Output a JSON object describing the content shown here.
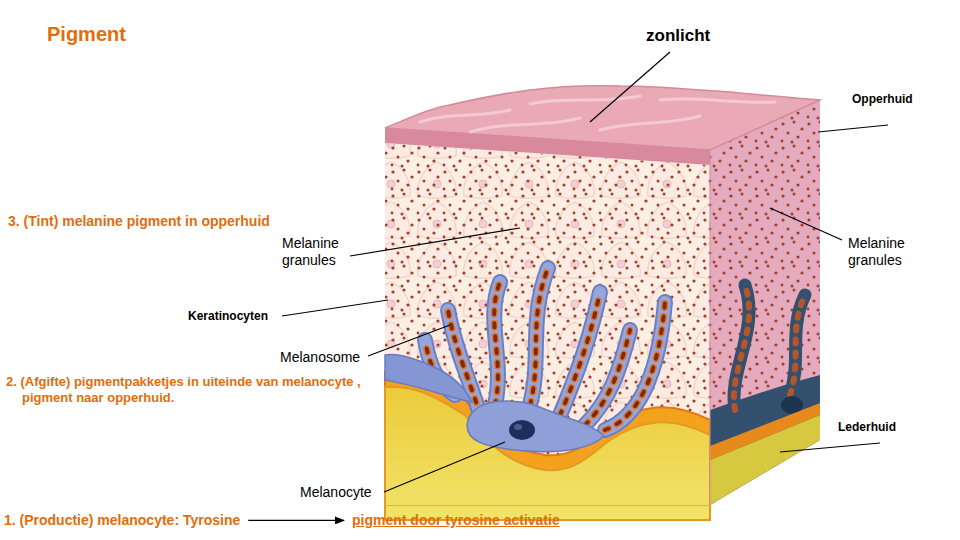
{
  "diagram": {
    "title": "Pigment",
    "labels": [
      "zonlicht",
      "Opperhuid",
      "3. (Tint) melanine pigment in opperhuid",
      "Melanine granules",
      "Melanine granules",
      "Keratinocyten",
      "Melanosome",
      "2. (Afgifte) pigmentpakketjes in uiteinde van melanocyte , pigment naar opperhuid.",
      "Lederhuid",
      "Melanocyte",
      "1. (Productie) melanocyte: Tyrosine",
      "pigment door tyrosine activatie"
    ]
  }
}
